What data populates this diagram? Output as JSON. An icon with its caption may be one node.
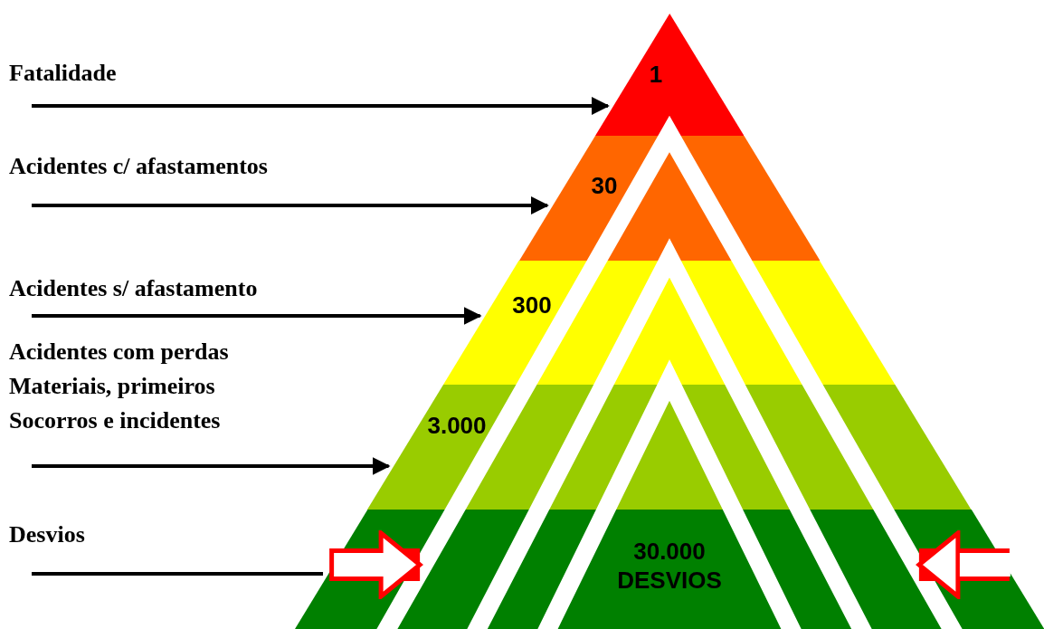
{
  "diagram": {
    "nodes": [
      {
        "text": [
          "Fatalidade"
        ]
      },
      {
        "text": [
          "1"
        ]
      },
      {
        "text": [
          "Acidentes c/ afastamentos"
        ]
      },
      {
        "text": [
          "30"
        ]
      },
      {
        "text": [
          "Acidentes s/ afastamento"
        ]
      },
      {
        "text": [
          "300"
        ]
      },
      {
        "text": [
          "Acidentes com perdas Materiais, primeiros Socorros e incidentes"
        ]
      },
      {
        "text": [
          "3.000"
        ]
      },
      {
        "text": [
          "Desvios"
        ]
      },
      {
        "text": [
          "30.000 DESVIOS"
        ]
      }
    ],
    "edges": [
      {
        "from": 0,
        "to": 1,
        "arrow": "to"
      },
      {
        "from": 2,
        "to": 3,
        "arrow": "to"
      },
      {
        "from": 4,
        "to": 5,
        "arrow": "to"
      },
      {
        "from": 6,
        "to": 7,
        "arrow": "to"
      },
      {
        "from": 8,
        "to": 9,
        "arrow": "none"
      },
      {
        "from": null,
        "to": 9,
        "arrow": "to",
        "style": "thick",
        "color": "#ff0000"
      },
      {
        "from": null,
        "to": 9,
        "arrow": "to",
        "style": "thick",
        "color": "#ff0000"
      }
    ]
  }
}
